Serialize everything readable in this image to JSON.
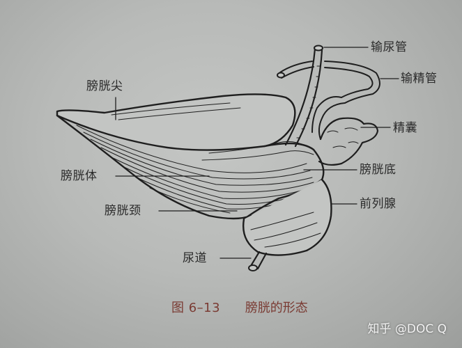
{
  "figure": {
    "caption": {
      "figure_number": "图 6–13",
      "title": "膀胱的形态"
    },
    "labels": {
      "bladder_apex": "膀胱尖",
      "bladder_body": "膀胱体",
      "bladder_neck": "膀胱颈",
      "urethra": "尿道",
      "ureter": "输尿管",
      "vas_deferens": "输精管",
      "seminal_vesicle": "精囊",
      "bladder_fundus": "膀胱底",
      "prostate": "前列腺"
    }
  },
  "watermark": "知乎 @DOC Q",
  "colors": {
    "background": "#b9bbb9",
    "ink": "#2a2a2a",
    "caption": "#7a3b33",
    "watermark": "#f2f2f2"
  }
}
